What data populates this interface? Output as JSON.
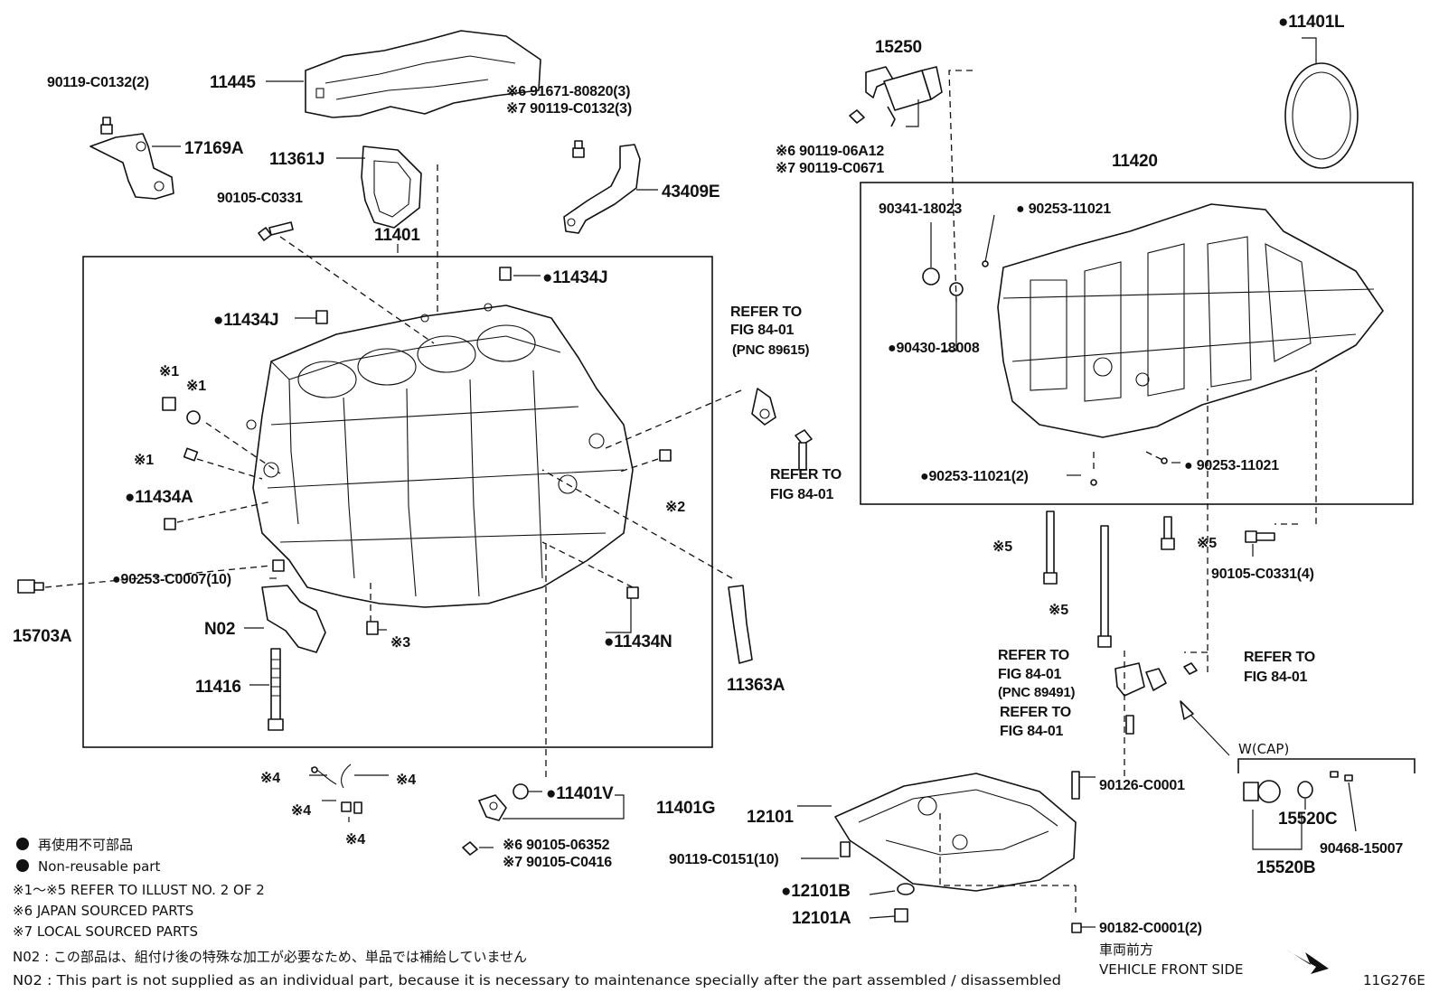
{
  "figure": {
    "code": "11G276E",
    "vehicle_front_jp": "車両前方",
    "vehicle_front_en": "VEHICLE FRONT SIDE"
  },
  "labels": {
    "l11445": "11445",
    "l90119c0132_2": "90119-C0132(2)",
    "l17169a": "17169A",
    "l11361j": "11361J",
    "l91671": "※6 91671-80820(3)",
    "l90119c0132_3": "※7 90119-C0132(3)",
    "l43409e": "43409E",
    "l90105c0331": "90105-C0331",
    "l11401": "11401",
    "l11434j_top": "●11434J",
    "l11434j_left": "●11434J",
    "l11434a": "●11434A",
    "l90253c0007": "●90253-C0007(10)",
    "l15703a": "15703A",
    "lN02": "N02",
    "l11416": "11416",
    "l11434n": "●11434N",
    "l11363a": "11363A",
    "l15250": "15250",
    "l9011906a12": "※6 90119-06A12",
    "l90119c0671": "※7 90119-C0671",
    "l11401l": "●11401L",
    "l11420": "11420",
    "l90341": "90341-18023",
    "l90253_11021_top": "● 90253-11021",
    "l90430": "●90430-18008",
    "l90253_11021_2": "●90253-11021(2)",
    "l90253_11021_right": "● 90253-11021",
    "l90105c0331_4": "90105-C0331(4)",
    "l11401v": "●11401V",
    "l11401g": "11401G",
    "l9010506352": "※6 90105-06352",
    "l90105c0416": "※7 90105-C0416",
    "l12101": "12101",
    "l90119c0151": "90119-C0151(10)",
    "l12101b": "●12101B",
    "l12101a": "12101A",
    "l90126": "90126-C0001",
    "l90182": "90182-C0001(2)",
    "l15520c": "15520C",
    "l15520b": "15520B",
    "l90468": "90468-15007",
    "wcap": "W(CAP)",
    "m1a": "※1",
    "m1b": "※1",
    "m1c": "※1",
    "m2": "※2",
    "m3": "※3",
    "m4a": "※4",
    "m4b": "※4",
    "m4c": "※4",
    "m4d": "※4",
    "m5a": "※5",
    "m5b": "※5",
    "m5c": "※5"
  },
  "refs": {
    "r1_l1": "REFER TO",
    "r1_l2": "FIG 84-01",
    "r1_l3": "(PNC 89615)",
    "r2_l1": "REFER TO",
    "r2_l2": "FIG 84-01",
    "r3_l1": "REFER TO",
    "r3_l2": "FIG 84-01",
    "r3_l3": "(PNC 89491)",
    "r4_l1": "REFER TO",
    "r4_l2": "FIG 84-01",
    "r5_l1": "REFER TO",
    "r5_l2": "FIG 84-01"
  },
  "legend": {
    "jp_nonreusable": "再使用不可部品",
    "en_nonreusable": "Non-reusable part",
    "note_1_5": "※1～※5  REFER TO ILLUST NO. 2 OF 2",
    "note_6": "※6 JAPAN SOURCED PARTS",
    "note_7": "※7 LOCAL SOURCED PARTS",
    "n02_jp": "N02 : この部品は、組付け後の特殊な加工が必要なため、単品では補給していません",
    "n02_en": "N02 : This part is not supplied as an individual part, because it is necessary to maintenance specially after the part assembled / disassembled"
  }
}
